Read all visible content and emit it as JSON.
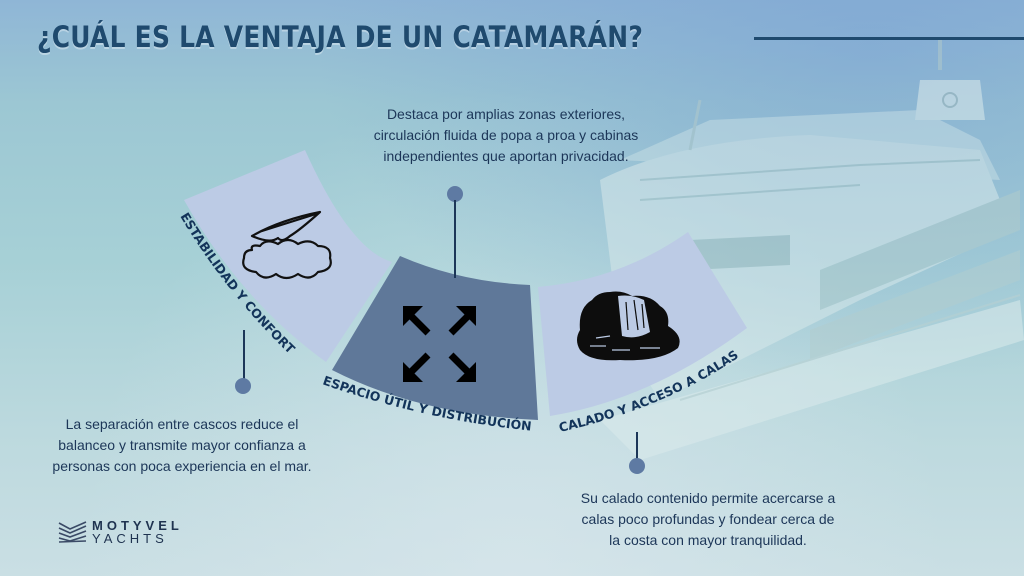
{
  "header": {
    "title": "¿CUÁL ES LA VENTAJA DE UN CATAMARÁN?"
  },
  "colors": {
    "title": "#1f4a6e",
    "segment_light": "#bccbe5",
    "segment_dark": "#5f7899",
    "label": "#13345a",
    "dot": "#5e7aa3",
    "body_text": "#1c3658"
  },
  "features": [
    {
      "label": "ESTABILIDAD Y CONFORT",
      "icon": "feather-cloud-icon",
      "description": [
        "La separación entre cascos reduce el",
        "balanceo y transmite mayor confianza a",
        "personas con poca experiencia en el mar."
      ]
    },
    {
      "label": "ESPACIO ÚTIL Y DISTRIBUCIÓN",
      "icon": "expand-arrows-icon",
      "description": [
        "Destaca por amplias zonas exteriores,",
        "circulación fluida de popa a proa y cabinas",
        "independientes que aportan privacidad."
      ]
    },
    {
      "label": "CALADO Y ACCESO A CALAS",
      "icon": "waterfall-rock-icon",
      "description": [
        "Su calado contenido permite acercarse a",
        "calas poco profundas y fondear cerca de",
        "la costa con mayor tranquilidad."
      ]
    }
  ],
  "brand": {
    "name_top": "MOTYVEL",
    "name_bottom": "YACHTS"
  }
}
